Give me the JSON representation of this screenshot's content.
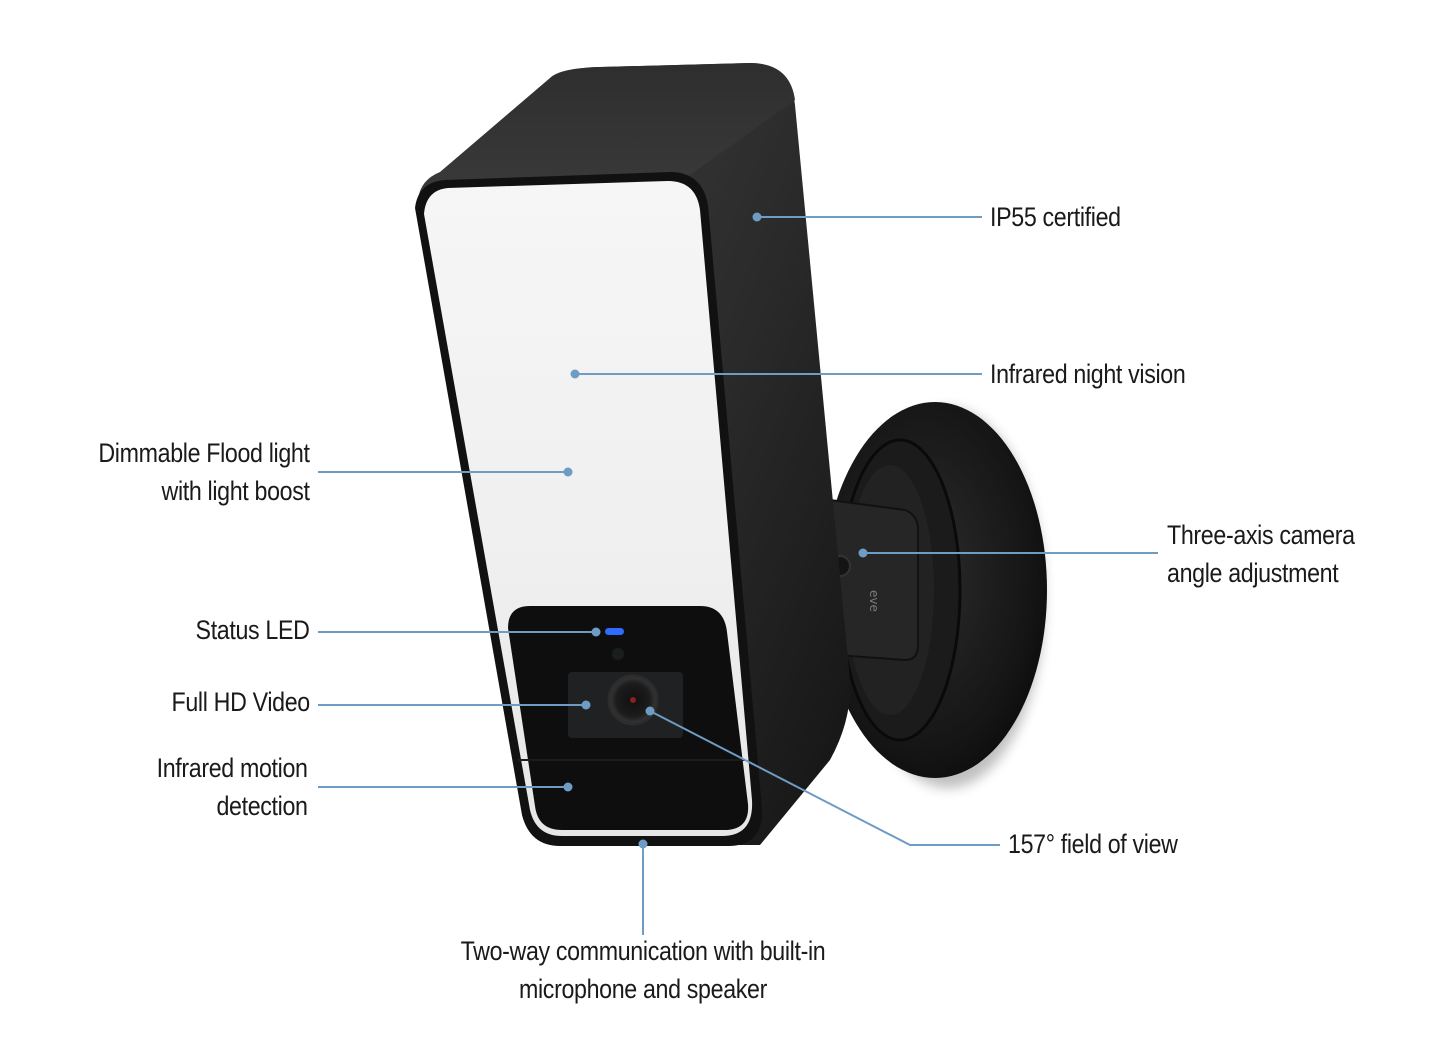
{
  "diagram": {
    "subject": "Floodlight security camera",
    "brand_mark": "eve",
    "line_color": "#6e9cc4",
    "dot_color": "#6e9cc4",
    "led_color": "#2f6bff",
    "callouts": [
      {
        "id": "ip55",
        "lines": [
          "IP55 certified"
        ],
        "side": "right"
      },
      {
        "id": "night-vision",
        "lines": [
          "Infrared night vision"
        ],
        "side": "right"
      },
      {
        "id": "flood-light",
        "lines": [
          "Dimmable Flood light",
          "with light boost"
        ],
        "side": "left"
      },
      {
        "id": "three-axis",
        "lines": [
          "Three-axis camera",
          "angle adjustment"
        ],
        "side": "right"
      },
      {
        "id": "status-led",
        "lines": [
          "Status LED"
        ],
        "side": "left"
      },
      {
        "id": "full-hd",
        "lines": [
          "Full HD Video"
        ],
        "side": "left"
      },
      {
        "id": "motion",
        "lines": [
          "Infrared motion",
          "detection"
        ],
        "side": "left"
      },
      {
        "id": "fov",
        "lines": [
          "157° field of view"
        ],
        "side": "right"
      },
      {
        "id": "two-way",
        "lines": [
          "Two-way communication with built-in",
          "microphone and speaker"
        ],
        "side": "bottom"
      }
    ]
  }
}
